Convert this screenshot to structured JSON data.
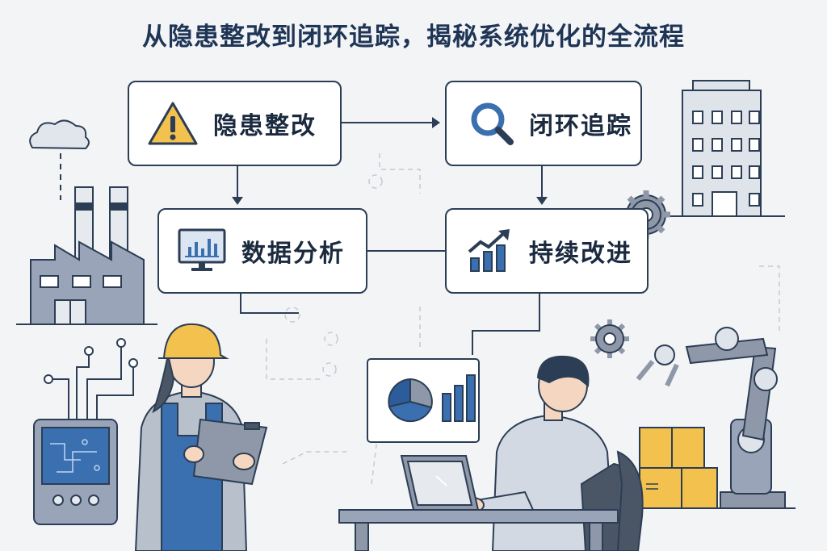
{
  "title": "从隐患整改到闭环追踪，揭秘系统优化的全流程",
  "steps": {
    "hazard": {
      "label": "隐患整改",
      "icon": "warning-icon"
    },
    "track": {
      "label": "闭环追踪",
      "icon": "magnifier-icon"
    },
    "data": {
      "label": "数据分析",
      "icon": "monitor-chart-icon"
    },
    "improve": {
      "label": "持续改进",
      "icon": "trend-up-icon"
    }
  },
  "colors": {
    "navy": "#2c3e55",
    "blue": "#3a6fb0",
    "yellow": "#f2c14e",
    "gray": "#8f98a8",
    "light": "#e6e9ee"
  }
}
